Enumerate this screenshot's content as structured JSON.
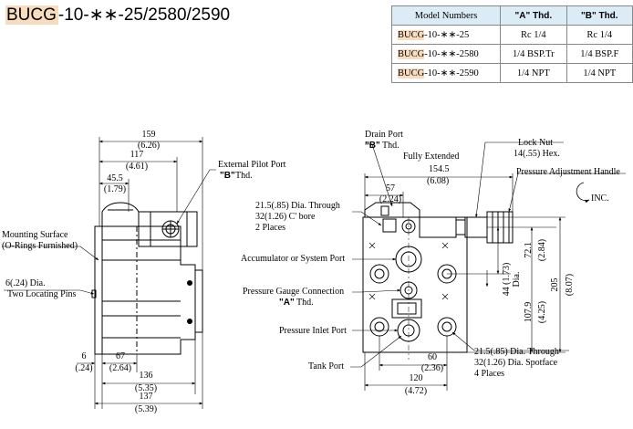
{
  "title": {
    "prefix": "BUCG",
    "rest": "-10-∗∗-25/2580/2590"
  },
  "table": {
    "headers": {
      "model": "Model Numbers",
      "a_thd": "\"A\" Thd.",
      "b_thd": "\"B\" Thd."
    },
    "rows": [
      {
        "prefix": "BUCG",
        "rest": "-10-∗∗-25",
        "a": "Rc 1/4",
        "b": "Rc 1/4"
      },
      {
        "prefix": "BUCG",
        "rest": "-10-∗∗-2580",
        "a": "1/4 BSP.Tr",
        "b": "1/4 BSP.F"
      },
      {
        "prefix": "BUCG",
        "rest": "-10-∗∗-2590",
        "a": "1/4 NPT",
        "b": "1/4 NPT"
      }
    ]
  },
  "left_view": {
    "dim_159": "159",
    "dim_159_in": "(6.26)",
    "dim_117": "117",
    "dim_117_in": "(4.61)",
    "dim_45_5": "45.5",
    "dim_45_5_in": "(1.79)",
    "external_pilot_port": "External Pilot Port",
    "b_thd_quote": "\"B\"",
    "b_thd_word": "Thd.",
    "mounting_surface": "Mounting Surface",
    "o_rings": "(O-Rings Furnished)",
    "locating_pins_dia": "6(.24) Dia.",
    "locating_pins": "Two Locating Pins",
    "dim_6": "6",
    "dim_6_in": "(.24)",
    "dim_67": "67",
    "dim_67_in": "(2.64)",
    "dim_136": "136",
    "dim_136_in": "(5.35)",
    "dim_137": "137",
    "dim_137_in": "(5.39)"
  },
  "right_view": {
    "drain_port": "Drain Port",
    "drain_b_quote": "\"B\"",
    "drain_b_word": "Thd.",
    "fully_extended": "Fully Extended",
    "dim_154_5": "154.5",
    "dim_154_5_in": "(6.08)",
    "dim_57": "57",
    "dim_57_in": "(2.24)",
    "lock_nut": "Lock Nut",
    "lock_nut_hex": "14(.55) Hex.",
    "pressure_adjustment_handle": "Pressure Adjustment Handle",
    "inc": "INC.",
    "through_hole_top_1": "21.5(.85) Dia. Through",
    "through_hole_top_2": "32(1.26) C' bore",
    "through_hole_top_3": "2 Places",
    "accumulator_port": "Accumulator or System Port",
    "pressure_gauge_connection": "Pressure Gauge Connection",
    "a_thd_quote": "\"A\"",
    "a_thd_word": "Thd.",
    "pressure_inlet_port": "Pressure Inlet Port",
    "tank_port": "Tank Port",
    "dim_44": "44 (1.73)",
    "dia": "Dia.",
    "dim_72_1": "72.1",
    "dim_72_1_in": "(2.84)",
    "dim_205": "205",
    "dim_205_in": "(8.07)",
    "dim_107_9": "107.9",
    "dim_107_9_in": "(4.25)",
    "dim_60": "60",
    "dim_60_in": "(2.36)",
    "dim_120": "120",
    "dim_120_in": "(4.72)",
    "through_hole_bottom_1": "21.5(.85) Dia. Through",
    "through_hole_bottom_2": "32(1.26) Dia. Spotface",
    "through_hole_bottom_3": "4 Places"
  }
}
